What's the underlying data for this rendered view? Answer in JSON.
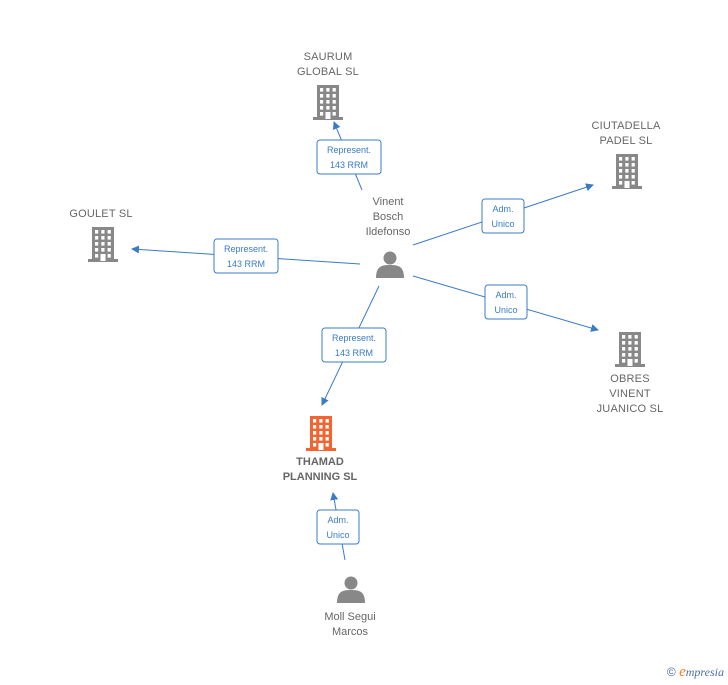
{
  "colors": {
    "company": "#888888",
    "highlight": "#f26530",
    "person": "#888888",
    "edge": "#3a7bc8"
  },
  "nodes": [
    {
      "id": "saurum",
      "type": "company",
      "lines": [
        "SAURUM",
        "GLOBAL SL"
      ]
    },
    {
      "id": "ciutadella",
      "type": "company",
      "lines": [
        "CIUTADELLA",
        "PADEL SL"
      ]
    },
    {
      "id": "goulet",
      "type": "company",
      "lines": [
        "GOULET SL"
      ]
    },
    {
      "id": "obres",
      "type": "company",
      "lines": [
        "OBRES",
        "VINENT",
        "JUANICO SL"
      ]
    },
    {
      "id": "thamad",
      "type": "company",
      "highlight": true,
      "lines": [
        "THAMAD",
        "PLANNING SL"
      ]
    },
    {
      "id": "vinent",
      "type": "person",
      "lines": [
        "Vinent",
        "Bosch",
        "Ildefonso"
      ]
    },
    {
      "id": "moll",
      "type": "person",
      "lines": [
        "Moll Segui",
        "Marcos"
      ]
    }
  ],
  "edges": [
    {
      "from": "vinent",
      "to": "saurum",
      "label": [
        "Represent.",
        "143 RRM"
      ]
    },
    {
      "from": "vinent",
      "to": "ciutadella",
      "label": [
        "Adm.",
        "Unico"
      ]
    },
    {
      "from": "vinent",
      "to": "goulet",
      "label": [
        "Represent.",
        "143 RRM"
      ]
    },
    {
      "from": "vinent",
      "to": "obres",
      "label": [
        "Adm.",
        "Unico"
      ]
    },
    {
      "from": "vinent",
      "to": "thamad",
      "label": [
        "Represent.",
        "143 RRM"
      ]
    },
    {
      "from": "moll",
      "to": "thamad",
      "label": [
        "Adm.",
        "Unico"
      ]
    }
  ],
  "footer": {
    "copyright": "©",
    "brand_initial": "e",
    "brand_rest": "mpresia"
  }
}
